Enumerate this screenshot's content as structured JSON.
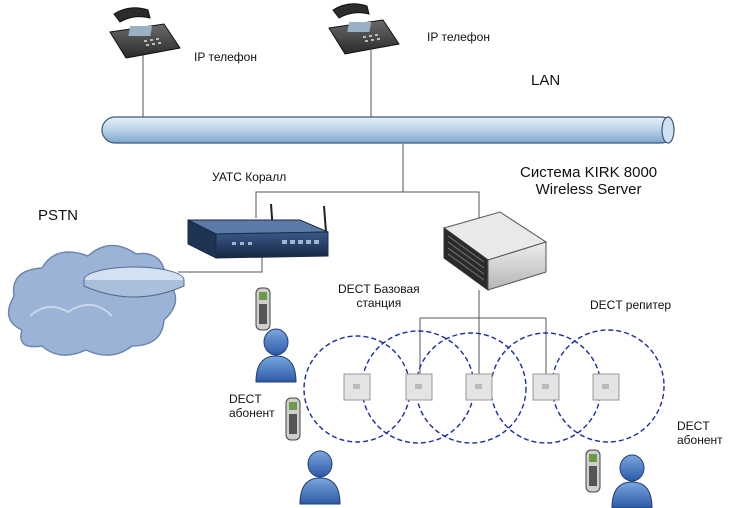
{
  "labels": {
    "ip_phone_1": "IP телефон",
    "ip_phone_2": "IP телефон",
    "lan": "LAN",
    "pbx": "УАТС Коралл",
    "kirk_line1": "Система KIRK 8000",
    "kirk_line2": "Wireless Server",
    "pstn": "PSTN",
    "dect_base_line1": "DECT Базовая",
    "dect_base_line2": "станция",
    "dect_repeater": "DECT репитер",
    "dect_sub1_line1": "DECT",
    "dect_sub1_line2": "абонент",
    "dect_sub2_line1": "DECT",
    "dect_sub2_line2": "абонент"
  },
  "colors": {
    "lan_bus": "#b9d3ea",
    "cloud": "#9bb3d6",
    "person": "#3f6fb8",
    "coverage_circle": "#1a2aa8"
  }
}
